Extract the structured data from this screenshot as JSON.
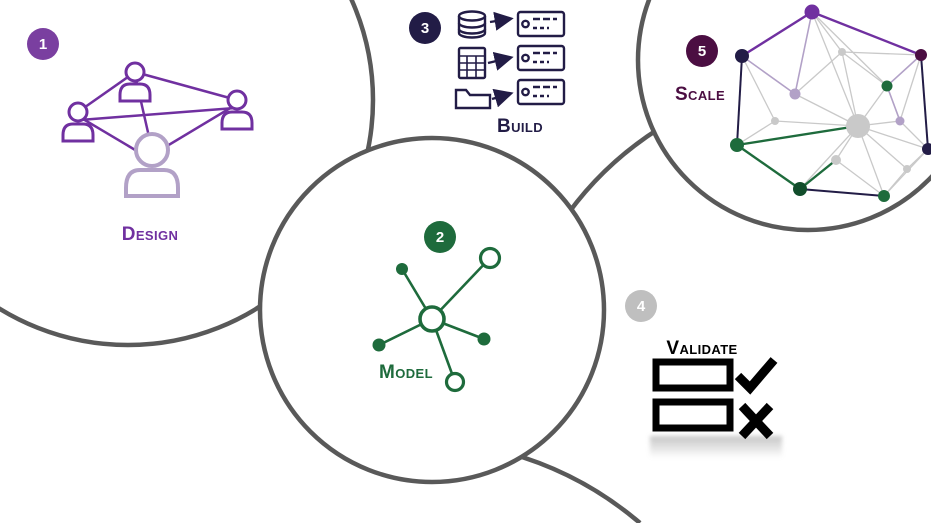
{
  "diagram": {
    "type": "process-circles",
    "step_count": 5
  },
  "palette": {
    "circle_outline": "#595959",
    "purple": "#7030A0",
    "light_purple": "#B2A1C7",
    "green": "#1E6B3C",
    "dark_green": "#114D2B",
    "dark_navy": "#221C46",
    "plum": "#4B0E42",
    "gray_badge": "#BFBFBF",
    "light_gray": "#C9C9C9",
    "black": "#000000"
  },
  "steps": [
    {
      "number": "1",
      "label": "Design",
      "color": "#7030A0",
      "badge_color": "#7A3FA0",
      "icon": "team-network-icon"
    },
    {
      "number": "2",
      "label": "Model",
      "color": "#1E6B3C",
      "badge_color": "#1E6B3C",
      "icon": "hub-spoke-network-icon"
    },
    {
      "number": "3",
      "label": "Build",
      "color": "#221C46",
      "badge_color": "#221C46",
      "icon": "data-sources-to-servers-icon"
    },
    {
      "number": "4",
      "label": "Validate",
      "color": "#000000",
      "badge_color": "#BFBFBF",
      "icon": "checkbox-pass-fail-icon"
    },
    {
      "number": "5",
      "label": "Scale",
      "color": "#4B0E42",
      "badge_color": "#4B0E42",
      "icon": "geodesic-network-icon"
    }
  ]
}
